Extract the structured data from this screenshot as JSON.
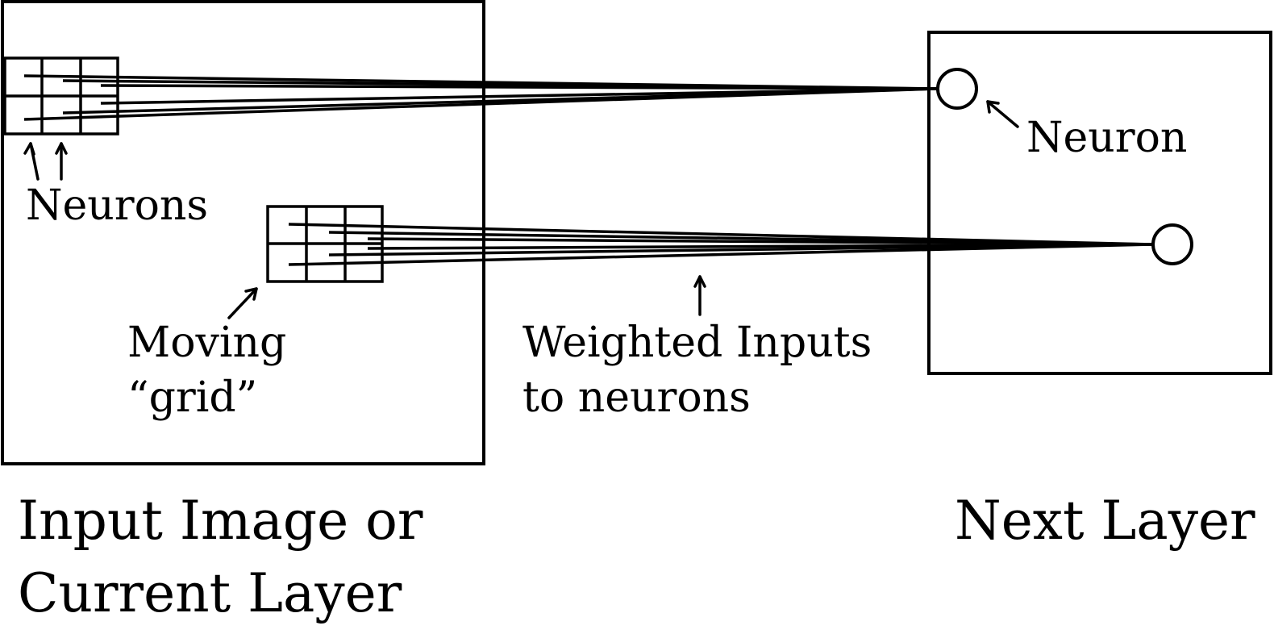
{
  "labels": {
    "neurons": "Neurons",
    "neuron": "Neuron",
    "moving_line1": "Moving",
    "moving_line2": "“grid”",
    "weighted_line1": "Weighted Inputs",
    "weighted_line2": "to neurons",
    "input_line1": "Input Image or",
    "input_line2": "Current Layer",
    "next_layer": "Next Layer"
  },
  "colors": {
    "stroke": "#000000",
    "background": "#ffffff"
  }
}
